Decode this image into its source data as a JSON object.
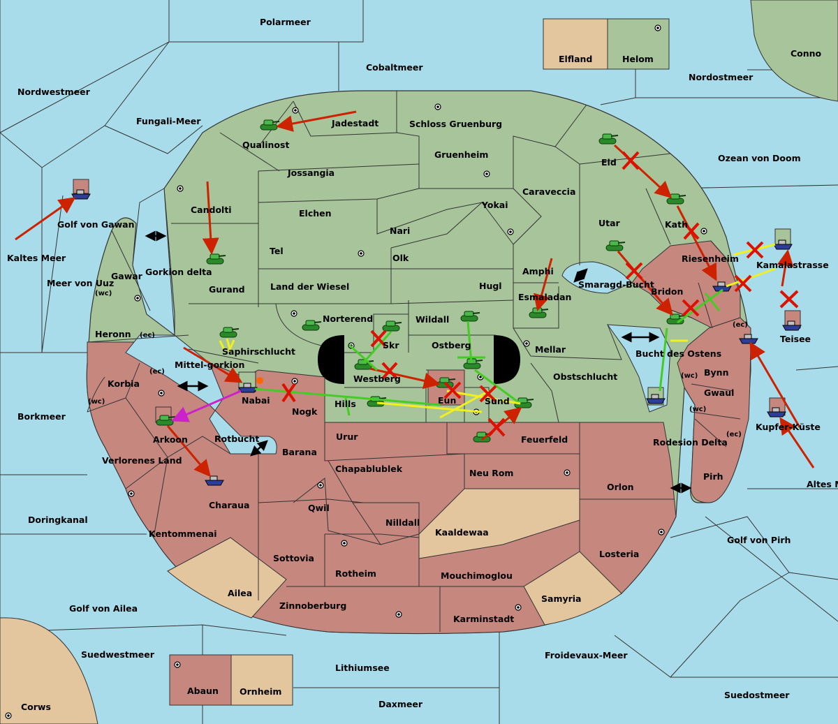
{
  "colors": {
    "sea": "#a9dcea",
    "green": "#a7c49a",
    "red": "#c6877f",
    "tan": "#e3c59e",
    "order_red": "#cc2200",
    "order_green": "#44cc22",
    "order_yellow": "#f0f020",
    "order_magenta": "#cc22cc"
  },
  "legend_boxes": {
    "elfland": "Elfland",
    "helom": "Helom",
    "abaun": "Abaun",
    "ornheim": "Ornheim"
  },
  "seas": [
    "Polarmeer",
    "Cobaltmeer",
    "Nordostmeer",
    "Conno",
    "Nordwestmeer",
    "Fungali-Meer",
    "Ozean von Doom",
    "Golf von Gawan",
    "Kaltes Meer",
    "Meer von Uuz",
    "Gorkion delta",
    "Smaragd-Bucht",
    "Kamalastrasse",
    "Teisee",
    "Bucht des Ostens",
    "Mittel-gorkion",
    "Borkmeer",
    "Rotbucht",
    "Kupfer-Küste",
    "Altes Meer",
    "Rodesion Delta",
    "Doringkanal",
    "Golf von Pirh",
    "Golf von Ailea",
    "Suedwestmeer",
    "Lithiumsee",
    "Froidevaux-Meer",
    "Daxmeer",
    "Suedostmeer",
    "Corws"
  ],
  "provinces": [
    "Jadestadt",
    "Schloss Gruenburg",
    "Qualinost",
    "Gruenheim",
    "Eld",
    "Jossangia",
    "Caraveccia",
    "Candolti",
    "Elchen",
    "Yokai",
    "Nari",
    "Utar",
    "Kath",
    "Tel",
    "Olk",
    "Gurand",
    "Land der Wiesel",
    "Hugl",
    "Amphi",
    "Esmaladan",
    "Riesenheim",
    "Gawar",
    "Bridon",
    "Norterend",
    "Wildall",
    "Heronn",
    "Skr",
    "Ostberg",
    "Mellar",
    "Saphirschlucht",
    "Westberg",
    "Obstschlucht",
    "Korbia",
    "Nabai",
    "Nogk",
    "Hills",
    "Eun",
    "Sund",
    "Bynn",
    "Gwaul",
    "Arkoon",
    "Urur",
    "Feuerfeld",
    "Barana",
    "Verlorenes Land",
    "Chapablublek",
    "Neu Rom",
    "Orlon",
    "Pirh",
    "Charaua",
    "Qwil",
    "Nilldall",
    "Kaaldewaa",
    "Kentommenai",
    "Sottovia",
    "Rotheim",
    "Losteria",
    "Mouchimoglou",
    "Ailea",
    "Samyria",
    "Zinnoberburg",
    "Karminstadt"
  ],
  "coast_tags": {
    "wc": "(wc)",
    "ec": "(ec)"
  }
}
